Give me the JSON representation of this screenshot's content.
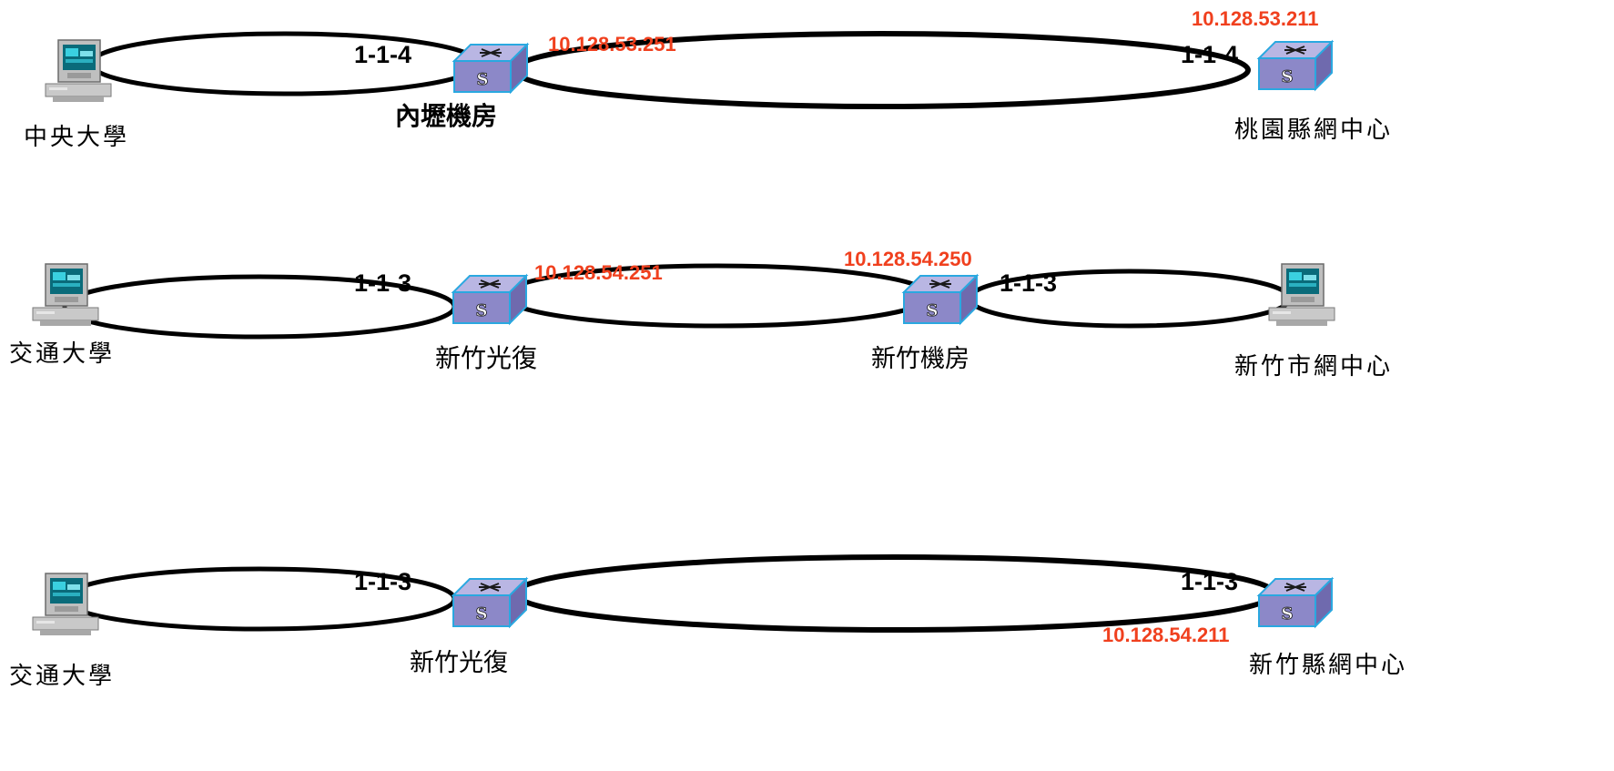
{
  "colors": {
    "ring": "#000000",
    "ip_text": "#f0401e",
    "switch_top": "#b9b6e3",
    "switch_front": "#8c88c8",
    "switch_side": "#6f6aae",
    "switch_edge": "#2aa8e0"
  },
  "icons": [
    "computer-icon",
    "switch-icon"
  ],
  "rows": [
    {
      "places": {
        "left": "中央大學",
        "middle": "內壢機房",
        "right": "桃園縣網中心"
      },
      "ports": [
        "1-1-4",
        "1-1-4"
      ],
      "ips": [
        "10.128.53.251",
        "10.128.53.211"
      ]
    },
    {
      "places": {
        "left": "交通大學",
        "middle": "新竹光復",
        "middle2": "新竹機房",
        "right": "新竹市網中心"
      },
      "ports": [
        "1-1-3",
        "1-1-3"
      ],
      "ips": [
        "10.128.54.251",
        "10.128.54.250"
      ]
    },
    {
      "places": {
        "left": "交通大學",
        "middle": "新竹光復",
        "right": "新竹縣網中心"
      },
      "ports": [
        "1-1-3",
        "1-1-3"
      ],
      "ips": [
        "10.128.54.211"
      ]
    }
  ]
}
